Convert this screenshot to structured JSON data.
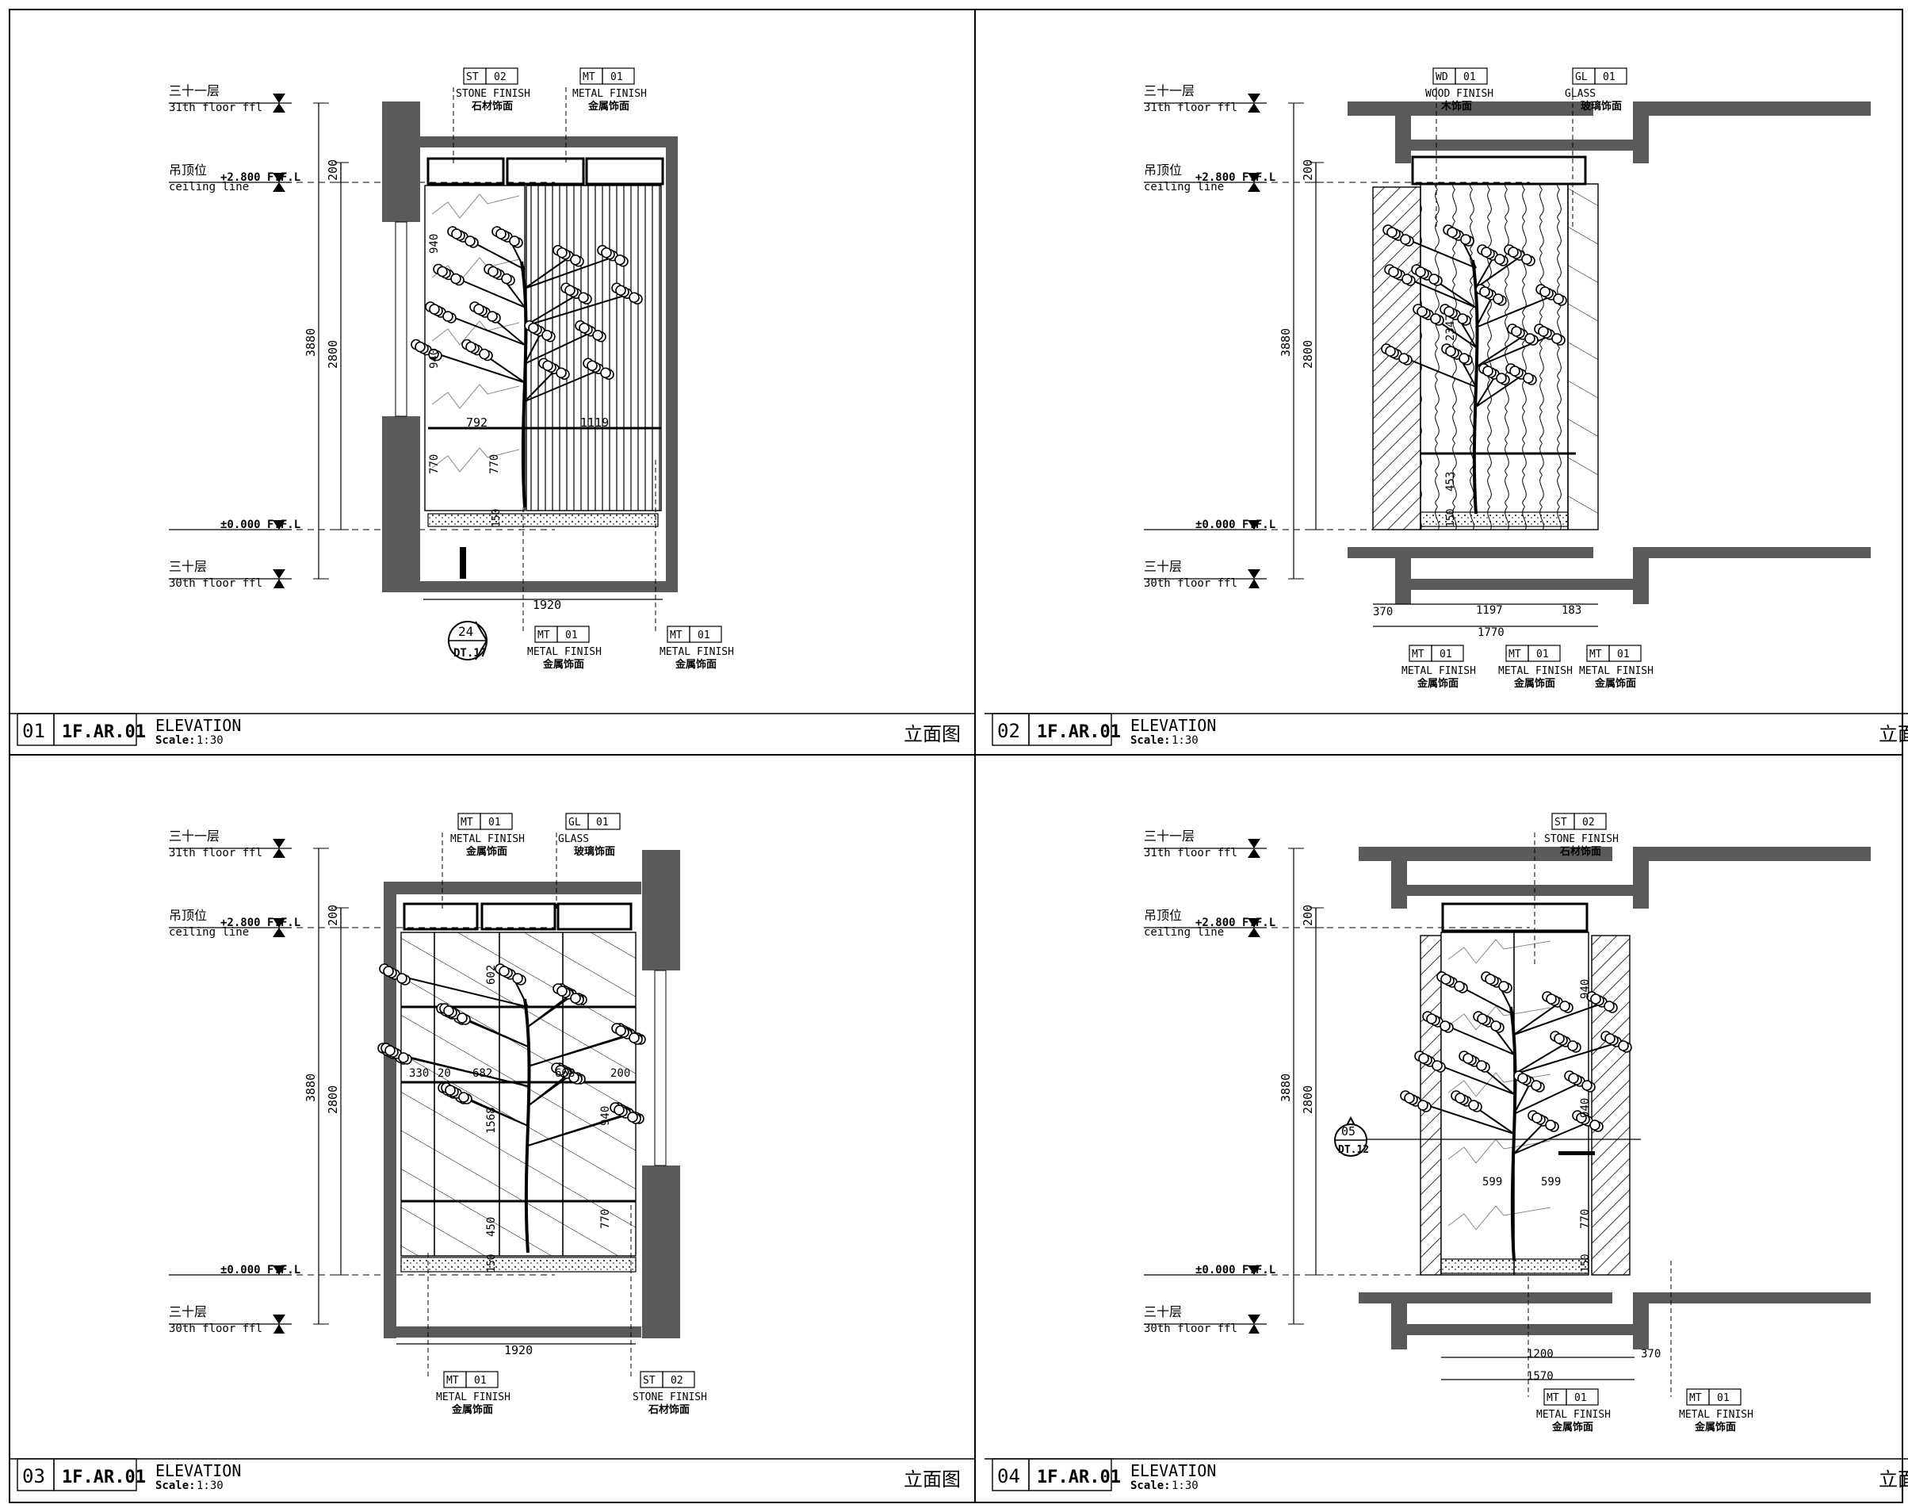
{
  "colors": {
    "line": "#000000",
    "wall": "#5a5a5a",
    "paper": "#ffffff",
    "glass": "#b0b0b0"
  },
  "levels": {
    "l31_cn": "三十一层",
    "l31_en": "31th floor ffl",
    "ceil_cn": "吊顶位",
    "ceil_en": "ceiling line",
    "ceil_val": "+2.800 F.F.L",
    "ffl_val": "±0.000 F.F.L",
    "l30_cn": "三十层",
    "l30_en": "30th floor ffl"
  },
  "dims": {
    "d200": "200",
    "d3880": "3880",
    "d2800": "2800",
    "d150": "150"
  },
  "panels": [
    {
      "num": "01",
      "ref": "1F.AR.01",
      "title": "ELEVATION",
      "scale_label": "Scale:",
      "scale": "1:30",
      "cn_title": "立面图",
      "tags": [
        {
          "code": "ST",
          "num": "02",
          "en": "STONE FINISH",
          "cn": "石材饰面"
        },
        {
          "code": "MT",
          "num": "01",
          "en": "METAL FINISH",
          "cn": "金属饰面"
        },
        {
          "code": "MT",
          "num": "01",
          "en": "METAL FINISH",
          "cn": "金属饰面"
        },
        {
          "code": "MT",
          "num": "01",
          "en": "METAL FINISH",
          "cn": "金属饰面"
        }
      ],
      "dims": [
        "940",
        "940",
        "792",
        "1119",
        "770",
        "770",
        "1920"
      ],
      "callout": {
        "num": "24",
        "ref": "DT.17"
      }
    },
    {
      "num": "02",
      "ref": "1F.AR.01",
      "title": "ELEVATION",
      "scale_label": "Scale:",
      "scale": "1:30",
      "cn_title": "立面图",
      "tags": [
        {
          "code": "WD",
          "num": "01",
          "en": "WOOD FINISH",
          "cn": "木饰面"
        },
        {
          "code": "GL",
          "num": "01",
          "en": "GLASS",
          "cn": "玻璃饰面"
        },
        {
          "code": "MT",
          "num": "01",
          "en": "METAL FINISH",
          "cn": "金属饰面"
        },
        {
          "code": "MT",
          "num": "01",
          "en": "METAL FINISH",
          "cn": "金属饰面"
        },
        {
          "code": "MT",
          "num": "01",
          "en": "METAL FINISH",
          "cn": "金属饰面"
        }
      ],
      "dims": [
        "2347",
        "453",
        "370",
        "1197",
        "183",
        "1770"
      ]
    },
    {
      "num": "03",
      "ref": "1F.AR.01",
      "title": "ELEVATION",
      "scale_label": "Scale:",
      "scale": "1:30",
      "cn_title": "立面图",
      "tags": [
        {
          "code": "MT",
          "num": "01",
          "en": "METAL FINISH",
          "cn": "金属饰面"
        },
        {
          "code": "GL",
          "num": "01",
          "en": "GLASS",
          "cn": "玻璃饰面"
        },
        {
          "code": "MT",
          "num": "01",
          "en": "METAL FINISH",
          "cn": "金属饰面"
        },
        {
          "code": "ST",
          "num": "02",
          "en": "STONE FINISH",
          "cn": "石材饰面"
        }
      ],
      "dims": [
        "602",
        "330",
        "20",
        "682",
        "668",
        "200",
        "1568",
        "940",
        "450",
        "770",
        "1920"
      ]
    },
    {
      "num": "04",
      "ref": "1F.AR.01",
      "title": "ELEVATION",
      "scale_label": "Scale:",
      "scale": "1:30",
      "cn_title": "立面图",
      "tags": [
        {
          "code": "ST",
          "num": "02",
          "en": "STONE FINISH",
          "cn": "石材饰面"
        },
        {
          "code": "MT",
          "num": "01",
          "en": "METAL FINISH",
          "cn": "金属饰面"
        },
        {
          "code": "MT",
          "num": "01",
          "en": "METAL FINISH",
          "cn": "金属饰面"
        }
      ],
      "dims": [
        "940",
        "940",
        "599",
        "599",
        "770",
        "1200",
        "1570",
        "370"
      ],
      "callout": {
        "num": "05",
        "ref": "DT.12"
      }
    }
  ]
}
